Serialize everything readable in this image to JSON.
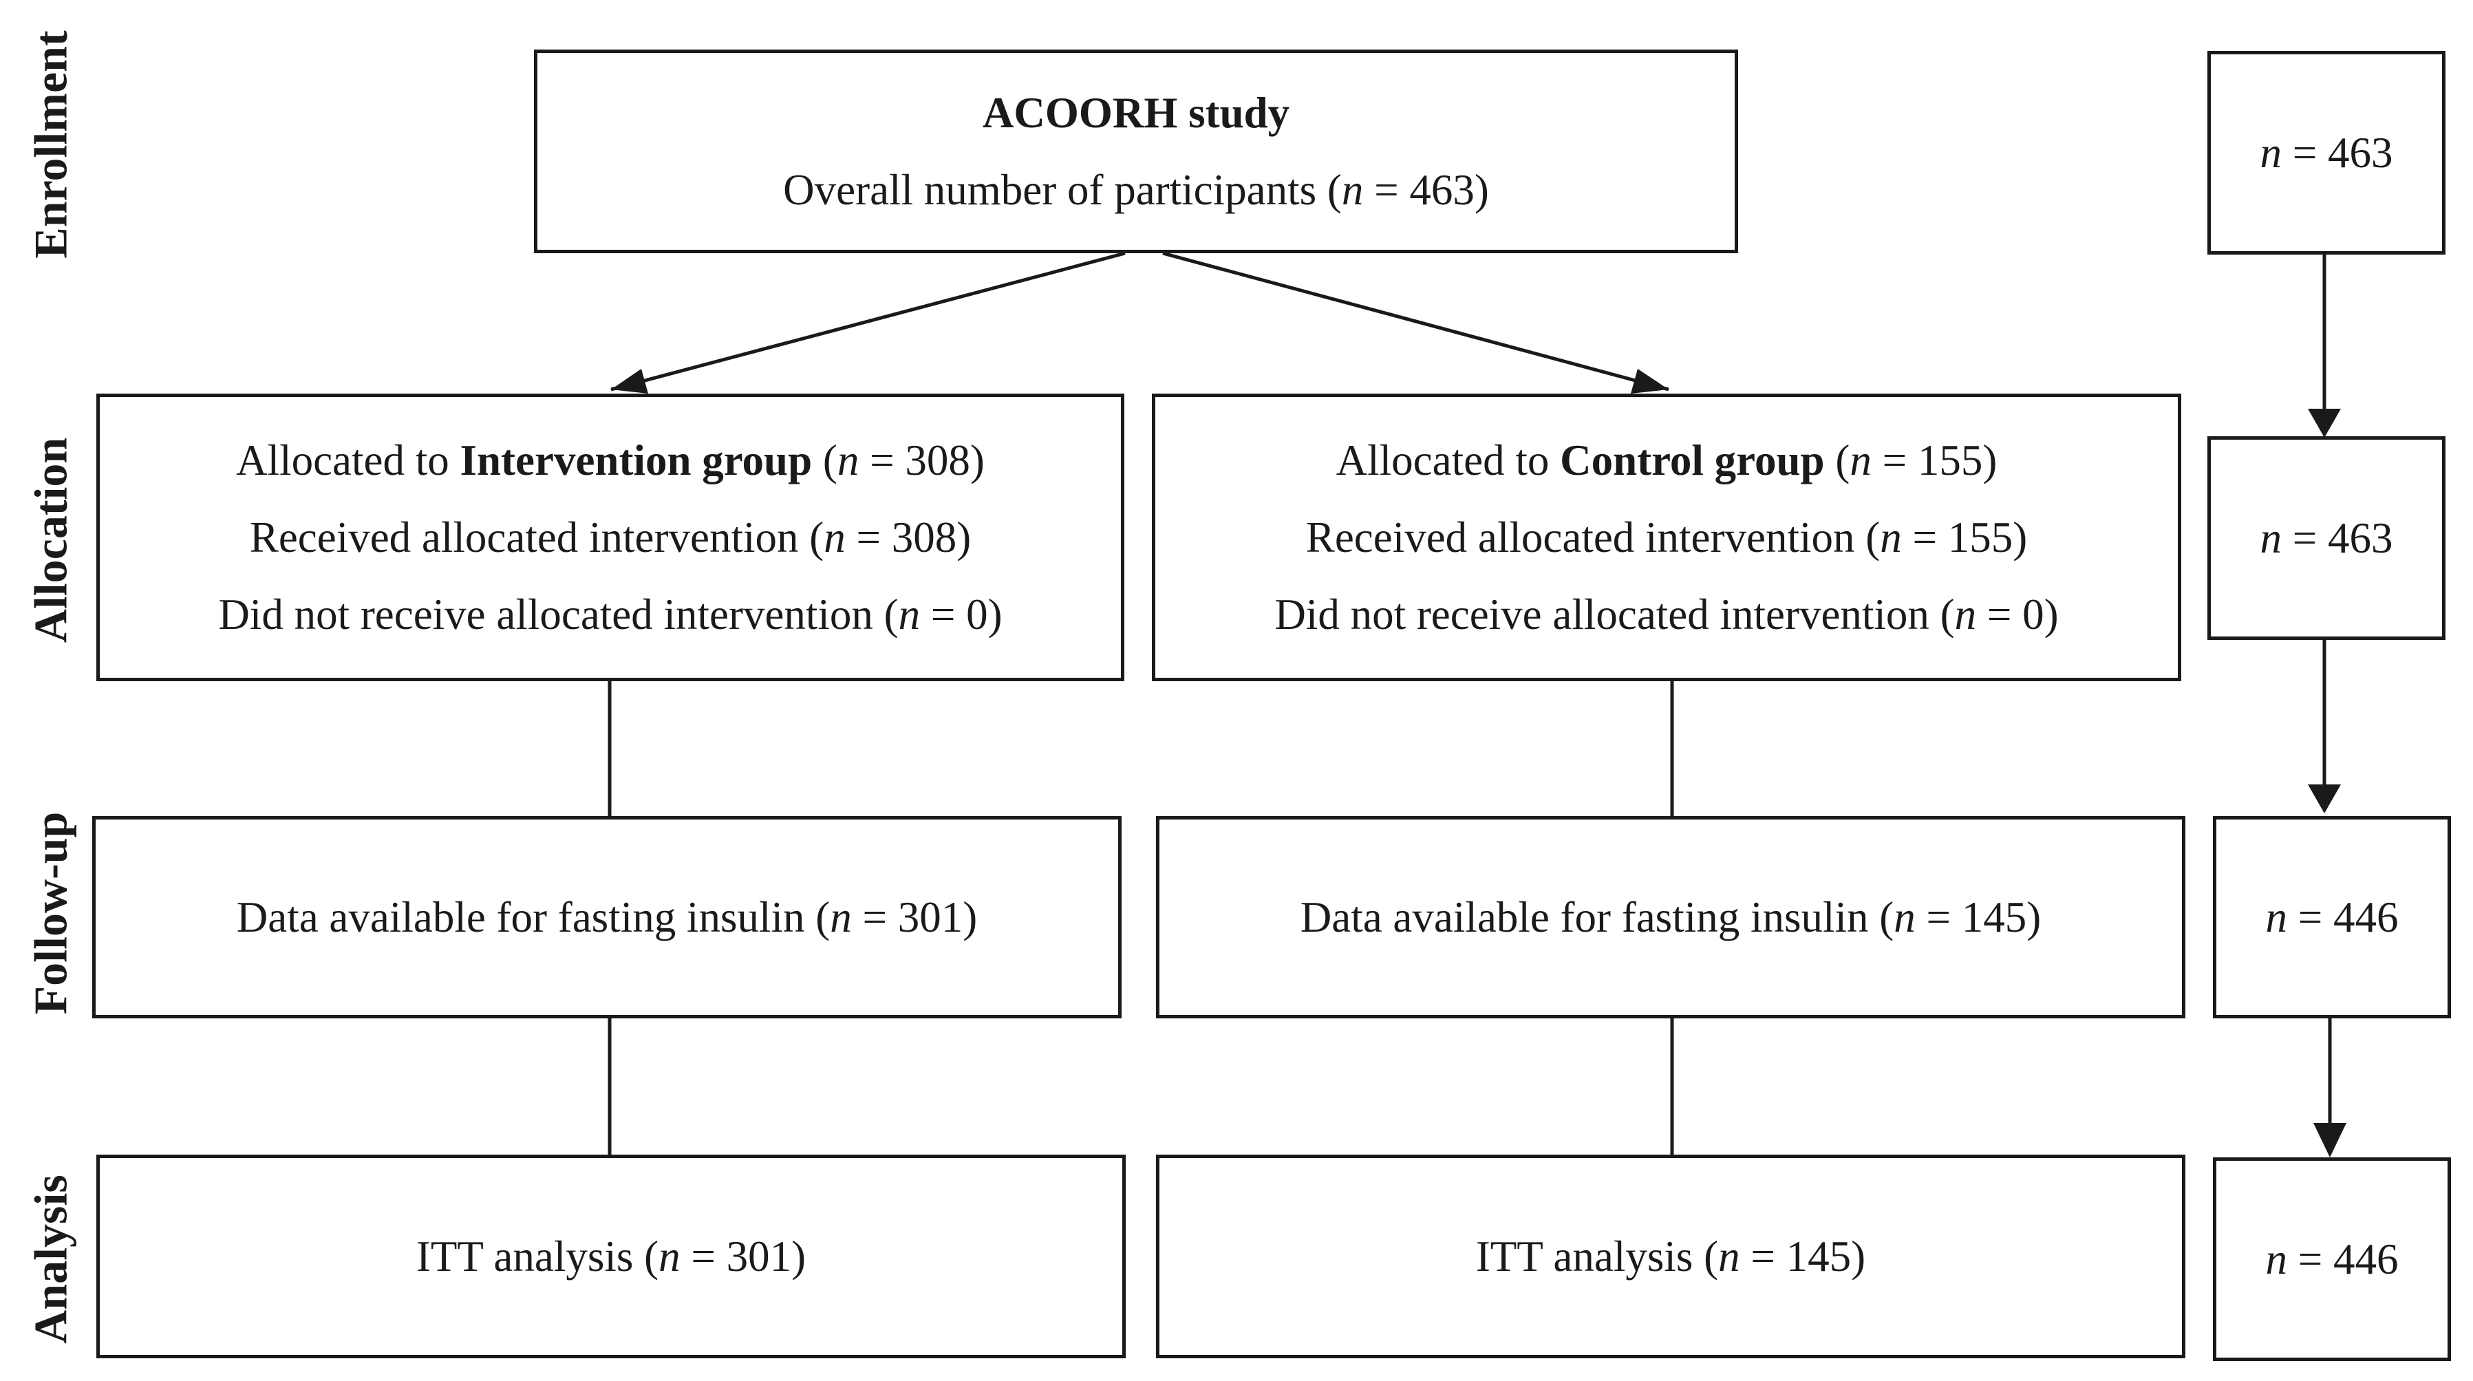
{
  "stages": [
    "Enrollment",
    "Allocation",
    "Follow-up",
    "Analysis"
  ],
  "n_symbol": "n",
  "enrollment": {
    "title": "ACOORH study",
    "line_prefix": "Overall number of participants (",
    "n_value": " = 463)"
  },
  "intervention": {
    "allocated_prefix": "Allocated to ",
    "group_name": "Intervention group",
    "allocated_suffix": " (",
    "allocated_n": " = 308)",
    "received_prefix": "Received allocated intervention (",
    "received_n": " = 308)",
    "not_received_prefix": "Did not receive allocated intervention (",
    "not_received_n": " = 0)",
    "followup_prefix": "Data available for fasting insulin (",
    "followup_n": " = 301)",
    "analysis_prefix": "ITT analysis (",
    "analysis_n": " = 301)"
  },
  "control": {
    "allocated_prefix": "Allocated to ",
    "group_name": "Control group",
    "allocated_suffix": " (",
    "allocated_n": " = 155)",
    "received_prefix": "Received allocated intervention (",
    "received_n": " = 155)",
    "not_received_prefix": "Did not receive allocated intervention (",
    "not_received_n": " = 0)",
    "followup_prefix": "Data available for fasting insulin (",
    "followup_n": " = 145)",
    "analysis_prefix": "ITT analysis (",
    "analysis_n": " = 145)"
  },
  "totals": [
    " = 463",
    " = 463",
    " = 446",
    " = 446"
  ]
}
